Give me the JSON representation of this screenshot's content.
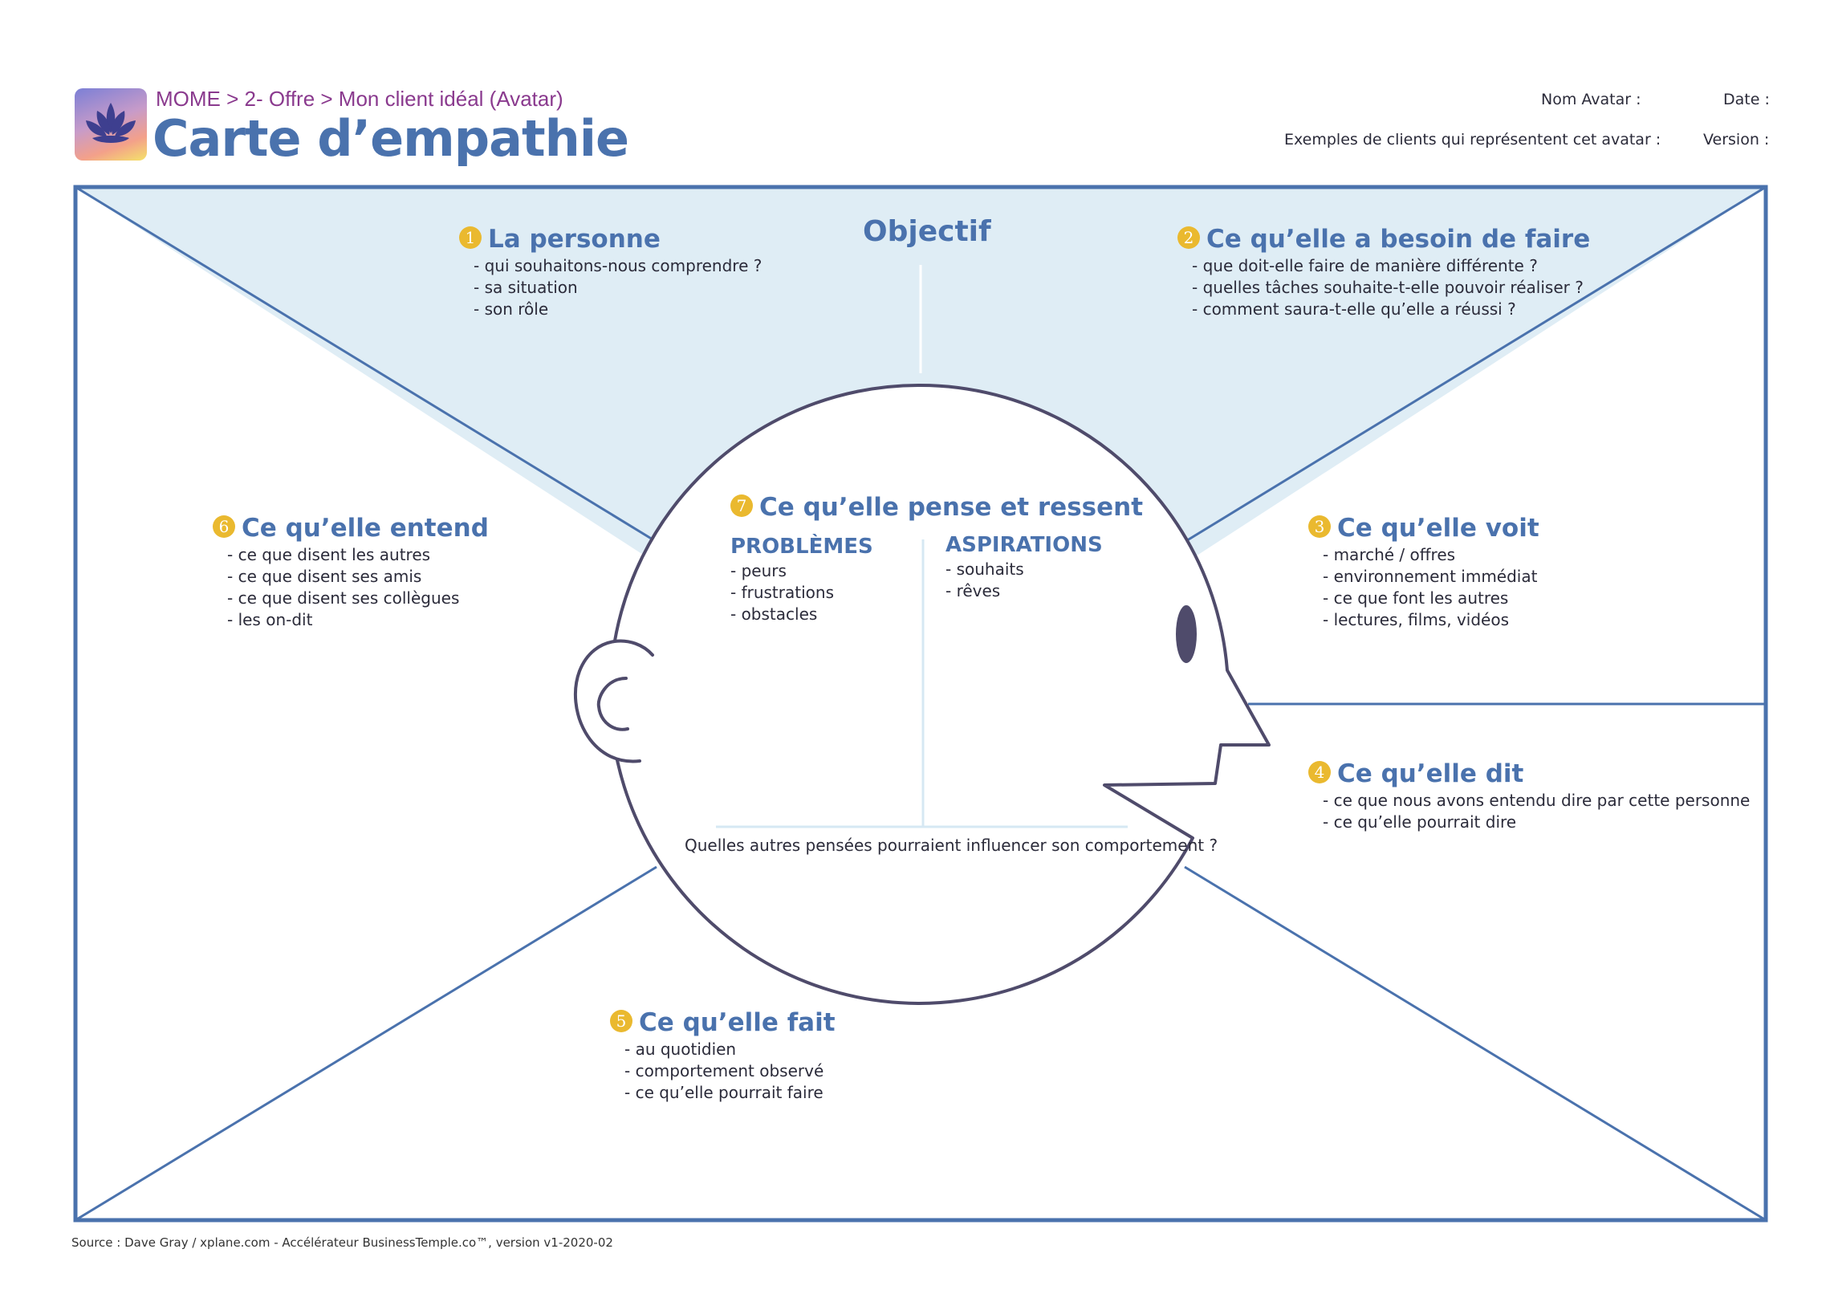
{
  "header": {
    "breadcrumb": "MOME > 2- Offre > Mon client idéal (Avatar)",
    "title": "Carte d’empathie",
    "logo_icon": "lotus-icon",
    "fields": {
      "nom_avatar": "Nom Avatar :",
      "date": "Date :",
      "exemples": "Exemples de clients qui représentent cet avatar :",
      "version": "Version :"
    }
  },
  "map": {
    "objectif": "Objectif",
    "sections": [
      {
        "num": "1",
        "title": "La personne",
        "items": [
          "- qui souhaitons-nous comprendre ?",
          "- sa situation",
          "- son rôle"
        ]
      },
      {
        "num": "2",
        "title": "Ce qu’elle a besoin de faire",
        "items": [
          "- que doit-elle faire de manière différente ?",
          "- quelles tâches souhaite-t-elle pouvoir réaliser ?",
          "- comment saura-t-elle qu’elle a réussi ?"
        ]
      },
      {
        "num": "3",
        "title": "Ce qu’elle voit",
        "items": [
          "- marché / offres",
          "- environnement immédiat",
          "- ce que font les autres",
          "- lectures, films, vidéos"
        ]
      },
      {
        "num": "4",
        "title": "Ce qu’elle dit",
        "items": [
          "- ce que nous avons entendu dire par cette personne",
          "- ce qu’elle pourrait dire"
        ]
      },
      {
        "num": "5",
        "title": "Ce qu’elle fait",
        "items": [
          "- au quotidien",
          "- comportement observé",
          "- ce qu’elle pourrait faire"
        ]
      },
      {
        "num": "6",
        "title": "Ce qu’elle entend",
        "items": [
          "- ce que disent les autres",
          "- ce que disent ses amis",
          "- ce que disent ses collègues",
          "- les on-dit"
        ]
      },
      {
        "num": "7",
        "title": "Ce qu’elle pense et ressent",
        "items": []
      }
    ],
    "head": {
      "problemes": {
        "title": "PROBLÈMES",
        "items": [
          "- peurs",
          "- frustrations",
          "- obstacles"
        ]
      },
      "aspirations": {
        "title": "ASPIRATIONS",
        "items": [
          "- souhaits",
          "- rêves"
        ]
      },
      "question": "Quelles autres pensées pourraient influencer son comportement ?"
    }
  },
  "footer": "Source : Dave Gray / xplane.com - Accélérateur BusinessTemple.co™, version v1-2020-02",
  "colors": {
    "accent_blue": "#4a72ad",
    "badge_yellow": "#eab92f",
    "breadcrumb_purple": "#8a3a8e",
    "light_blue_fill": "#dfedf5",
    "head_outline": "#4f4b6b"
  }
}
